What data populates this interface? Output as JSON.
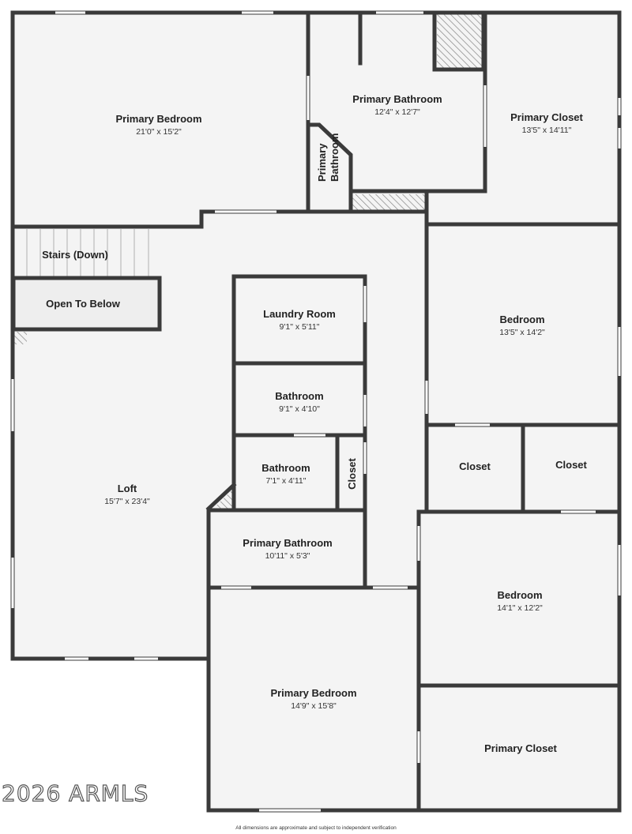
{
  "rooms": {
    "primary_bedroom_1": {
      "name": "Primary Bedroom",
      "dims": "21'0\" x 15'2\""
    },
    "primary_bathroom_1": {
      "name": "Primary Bathroom",
      "dims": "12'4\" x 12'7\""
    },
    "primary_bathroom_small": {
      "name_line1": "Primary",
      "name_line2": "Bathroom"
    },
    "primary_closet_1": {
      "name": "Primary Closet",
      "dims": "13'5\" x 14'11\""
    },
    "stairs": {
      "name": "Stairs (Down)"
    },
    "open_to_below": {
      "name": "Open To Below"
    },
    "laundry": {
      "name": "Laundry Room",
      "dims": "9'1\" x 5'11\""
    },
    "bathroom_1": {
      "name": "Bathroom",
      "dims": "9'1\" x 4'10\""
    },
    "bathroom_2": {
      "name": "Bathroom",
      "dims": "7'1\" x 4'11\""
    },
    "closet_small": {
      "name": "Closet"
    },
    "bedroom_1": {
      "name": "Bedroom",
      "dims": "13'5\" x 14'2\""
    },
    "closet_1": {
      "name": "Closet"
    },
    "closet_2": {
      "name": "Closet"
    },
    "loft": {
      "name": "Loft",
      "dims": "15'7\" x 23'4\""
    },
    "primary_bathroom_2": {
      "name": "Primary Bathroom",
      "dims": "10'11\" x 5'3\""
    },
    "bedroom_2": {
      "name": "Bedroom",
      "dims": "14'1\" x 12'2\""
    },
    "primary_bedroom_2": {
      "name": "Primary Bedroom",
      "dims": "14'9\" x 15'8\""
    },
    "primary_closet_2": {
      "name": "Primary Closet"
    }
  },
  "watermark": "2026 ARMLS",
  "disclaimer": "All dimensions are approximate and subject to independent verification",
  "colors": {
    "wall": "#3a3a3a",
    "floor": "#f4f4f4",
    "hatch": "#888888",
    "opening": "#ffffff"
  }
}
